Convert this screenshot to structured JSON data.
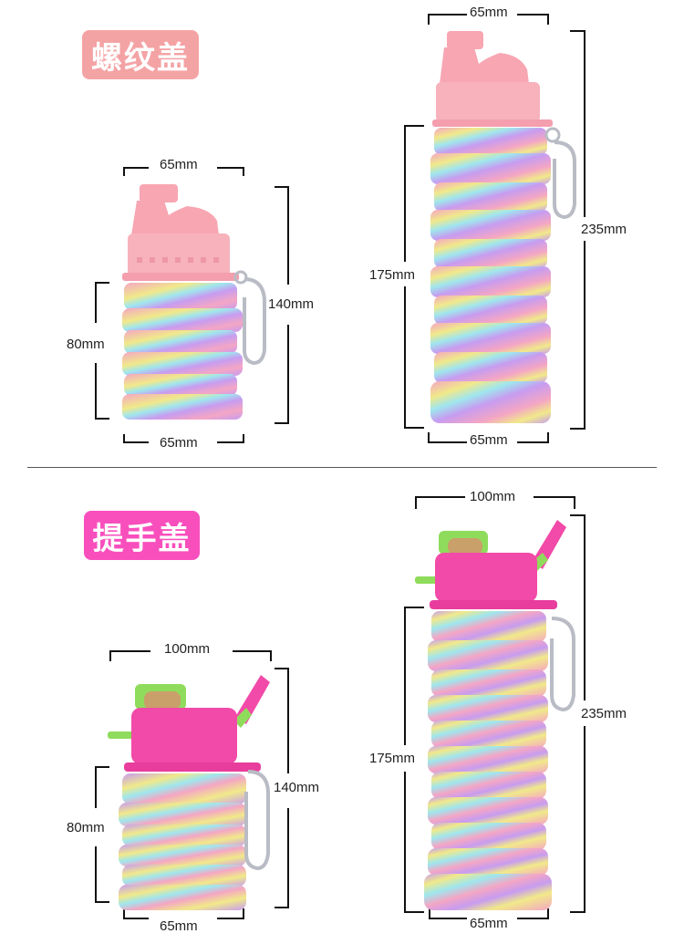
{
  "sections": [
    {
      "badge": "螺纹盖",
      "small": {
        "top_width": "65mm",
        "bottom_width": "65mm",
        "body_height": "80mm",
        "total_height": "140mm"
      },
      "large": {
        "top_width": "65mm",
        "bottom_width": "65mm",
        "body_height": "175mm",
        "total_height": "235mm"
      }
    },
    {
      "badge": "提手盖",
      "small": {
        "top_width": "100mm",
        "bottom_width": "65mm",
        "body_height": "80mm",
        "total_height": "140mm"
      },
      "large": {
        "top_width": "100mm",
        "bottom_width": "65mm",
        "body_height": "175mm",
        "total_height": "235mm"
      }
    }
  ],
  "colors": {
    "badge1": "#f4a3a5",
    "badge2": "#f94fbd",
    "lid_pink": "#f7a6b2",
    "lid_magenta": "#f24aa8",
    "green_cap": "#8fdc5c",
    "body_pink": "#f4a6c4",
    "body_purple": "#c79cf0",
    "body_yellow": "#f1e98a",
    "body_cyan": "#9fe6ee"
  }
}
